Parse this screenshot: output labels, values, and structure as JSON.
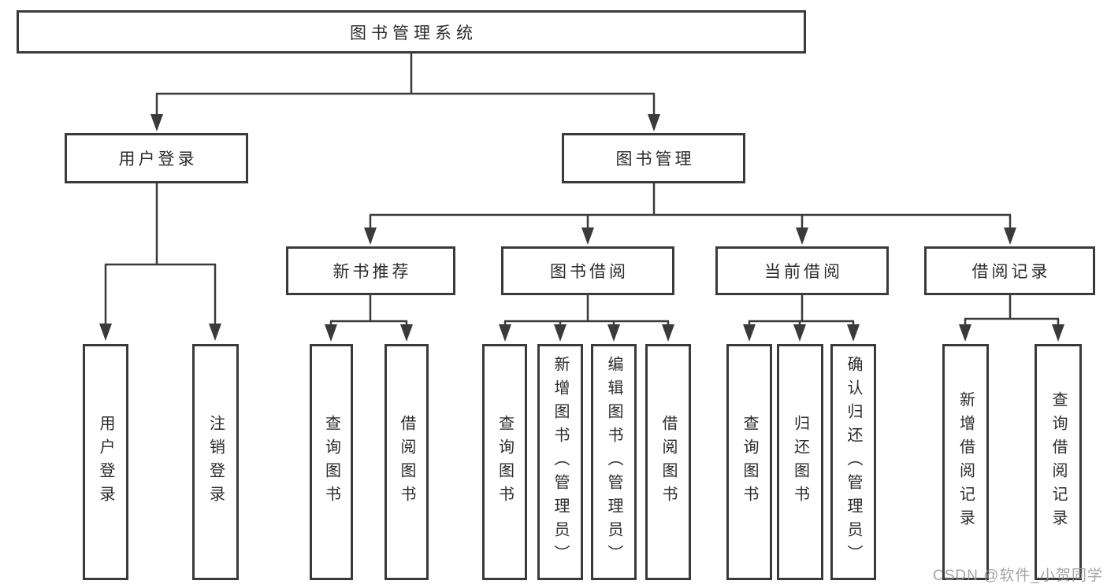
{
  "colors": {
    "line": "#3a3a3a",
    "box_border": "#3a3a3a",
    "text": "#2b2b2b",
    "background": "#ffffff",
    "watermark": "#949494"
  },
  "watermark": {
    "text": "CSDN @软件_小贺同学"
  },
  "tree": {
    "label": "图书管理系统",
    "children": [
      {
        "label": "用户登录",
        "children": [
          {
            "label": "用户登录"
          },
          {
            "label": "注销登录"
          }
        ]
      },
      {
        "label": "图书管理",
        "children": [
          {
            "label": "新书推荐",
            "children": [
              {
                "label": "查询图书"
              },
              {
                "label": "借阅图书"
              }
            ]
          },
          {
            "label": "图书借阅",
            "children": [
              {
                "label": "查询图书"
              },
              {
                "label": "新增图书（管理员）"
              },
              {
                "label": "编辑图书（管理员）"
              },
              {
                "label": "借阅图书"
              }
            ]
          },
          {
            "label": "当前借阅",
            "children": [
              {
                "label": "查询图书"
              },
              {
                "label": "归还图书"
              },
              {
                "label": "确认归还（管理员）"
              }
            ]
          },
          {
            "label": "借阅记录",
            "children": [
              {
                "label": "新增借阅记录"
              },
              {
                "label": "查询借阅记录"
              }
            ]
          }
        ]
      }
    ]
  }
}
